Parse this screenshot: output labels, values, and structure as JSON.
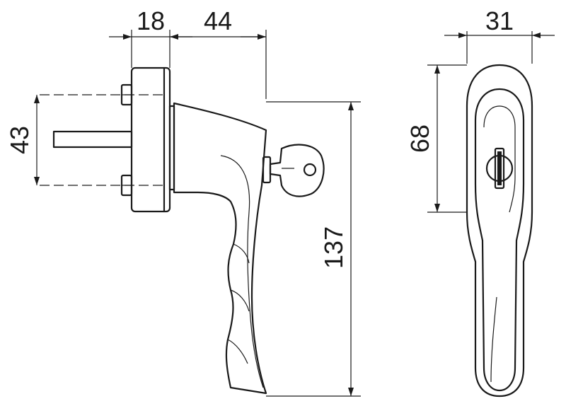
{
  "dimensions": {
    "mount_depth": "18",
    "handle_offset": "44",
    "width": "31",
    "spindle_spacing": "43",
    "rosette_height": "68",
    "overall_length": "137"
  }
}
